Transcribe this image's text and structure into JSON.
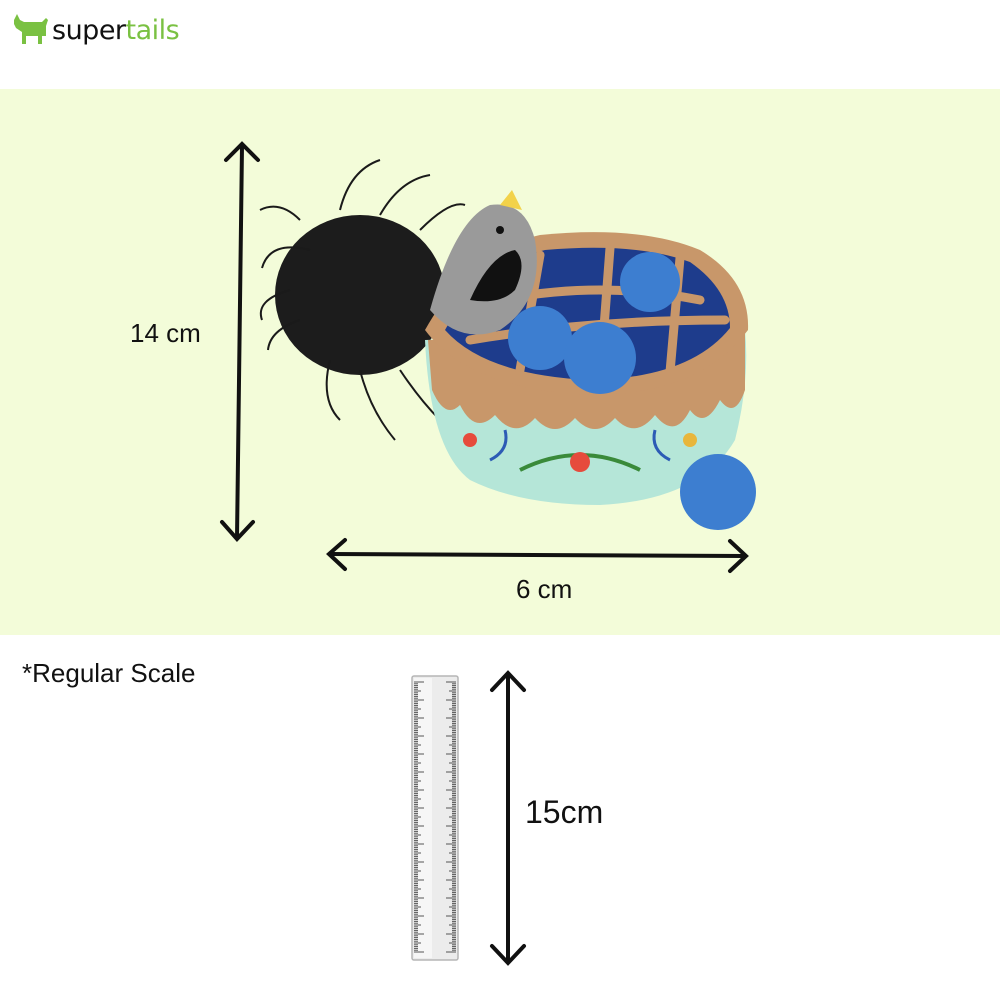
{
  "brand": {
    "name_part1": "super",
    "name_part2": "tails",
    "accent": "#7ac142"
  },
  "colors": {
    "band_background": "#f3fcd9"
  },
  "product": {
    "height_label": "14 cm",
    "width_label": "6 cm",
    "description": "Bird nest cat toy with feather tail and blue pom-pom balls"
  },
  "scale": {
    "note": "*Regular  Scale",
    "ruler_label": "15cm"
  },
  "icons": [
    "dog-logo-icon",
    "vertical-double-arrow-icon",
    "horizontal-double-arrow-icon",
    "ruler-icon"
  ]
}
